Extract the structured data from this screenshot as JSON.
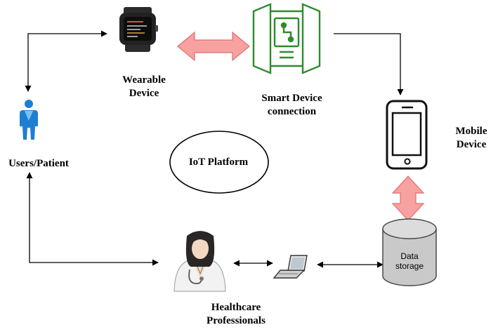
{
  "labels": {
    "wearable": [
      "Wearable",
      "Device"
    ],
    "smart_device": [
      "Smart Device",
      "connection"
    ],
    "mobile": [
      "Mobile",
      "Device"
    ],
    "users": "Users/Patient",
    "iot": "IoT Platform",
    "healthcare": [
      "Healthcare",
      "Professionals"
    ],
    "data_storage": [
      "Data",
      "storage"
    ]
  },
  "colors": {
    "double_arrow_fill": "#f7a1a1",
    "double_arrow_stroke": "#e26f6f",
    "gateway_green": "#2e8b2e",
    "user_blue": "#1e7fd0",
    "cylinder": "#c9c9c9",
    "line": "#000000"
  },
  "icons": {
    "wearable": "smartwatch-icon",
    "gateway": "iot-gateway-icon",
    "mobile": "smartphone-icon",
    "user": "patient-figure-icon",
    "doctor": "doctor-icon",
    "laptop": "laptop-icon",
    "storage": "database-cylinder-icon"
  }
}
